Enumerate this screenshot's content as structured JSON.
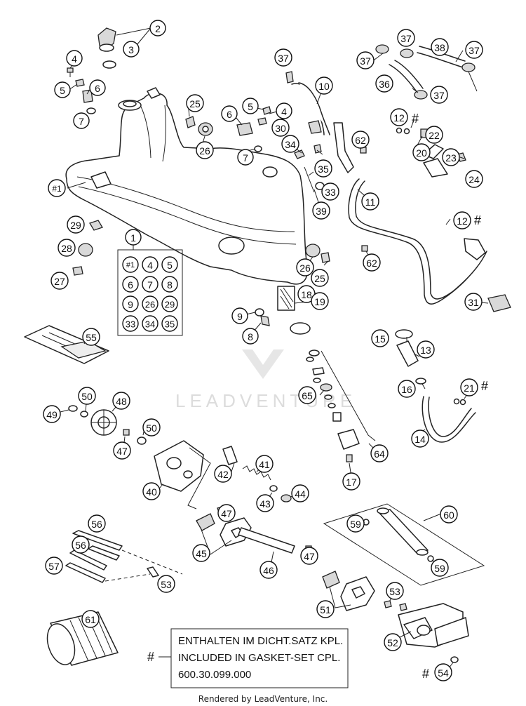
{
  "callouts": [
    "1",
    "2",
    "3",
    "4",
    "5",
    "6",
    "7",
    "8",
    "9",
    "10",
    "11",
    "12",
    "13",
    "14",
    "15",
    "16",
    "17",
    "18",
    "19",
    "20",
    "21",
    "22",
    "23",
    "24",
    "25",
    "26",
    "27",
    "28",
    "29",
    "30",
    "31",
    "33",
    "34",
    "35",
    "36",
    "37",
    "38",
    "39",
    "40",
    "41",
    "42",
    "43",
    "44",
    "45",
    "46",
    "47",
    "48",
    "49",
    "50",
    "51",
    "52",
    "53",
    "54",
    "55",
    "56",
    "57",
    "59",
    "60",
    "61",
    "62",
    "64",
    "65",
    "#1"
  ],
  "kit_grid": [
    "#1",
    "4",
    "5",
    "6",
    "7",
    "8",
    "9",
    "26",
    "29",
    "33",
    "34",
    "35"
  ],
  "note_box": {
    "marker": "#",
    "line1": "ENTHALTEN IM DICHT.SATZ KPL.",
    "line2": "INCLUDED IN GASKET-SET CPL.",
    "line3": "600.30.099.000"
  },
  "hash_marker": "#",
  "watermark": "LEADVENTURE",
  "footer": "Rendered by LeadVenture, Inc."
}
